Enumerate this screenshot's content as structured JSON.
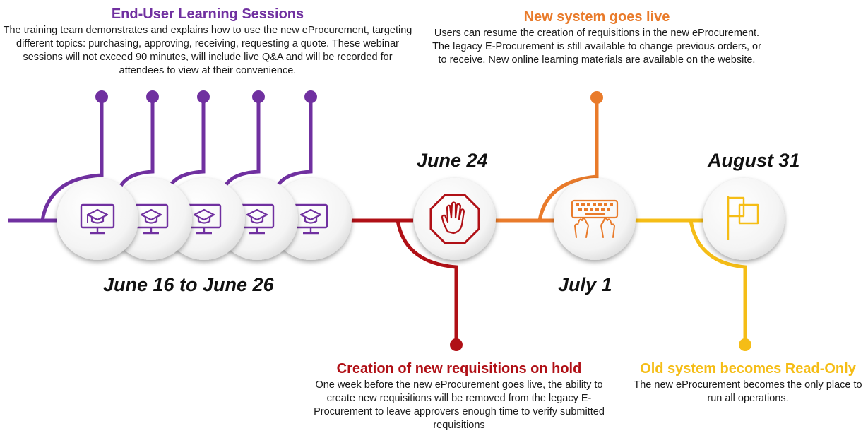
{
  "sessions": {
    "title": "End-User Learning Sessions",
    "description": "The training team demonstrates and explains how to use the new eProcurement, targeting different topics: purchasing, approving, receiving, requesting a quote. These webinar sessions will not exceed 90 minutes, will include live Q&A and will be recorded for attendees to view at their convenience."
  },
  "go_live": {
    "title": "New system goes live",
    "description": "Users can resume the creation of requisitions in the new eProcurement. The legacy E-Procurement is still available to change previous orders, or to receive. New online learning materials are available on the website."
  },
  "hold": {
    "title": "Creation of new requisitions on hold",
    "description": "One week before the new eProcurement goes live, the ability to create new requisitions will be removed from the legacy E-Procurement to leave approvers enough time to verify  submitted requisitions"
  },
  "read_only": {
    "title": "Old system becomes Read-Only",
    "description": "The new eProcurement becomes the only place to run all operations."
  },
  "dates": {
    "june_16_to_26": "June 16 to June 26",
    "june_24": "June 24",
    "july_1": "July 1",
    "august_31": "August 31"
  },
  "colors": {
    "purple": "#7030a0",
    "red": "#b01016",
    "orange": "#e97b2b",
    "yellow": "#f5bd16"
  },
  "icons": {
    "sessions": "graduation-monitor-icon",
    "hold": "stop-hand-icon",
    "go_live": "keyboard-typing-icon",
    "read_only": "flags-icon"
  }
}
